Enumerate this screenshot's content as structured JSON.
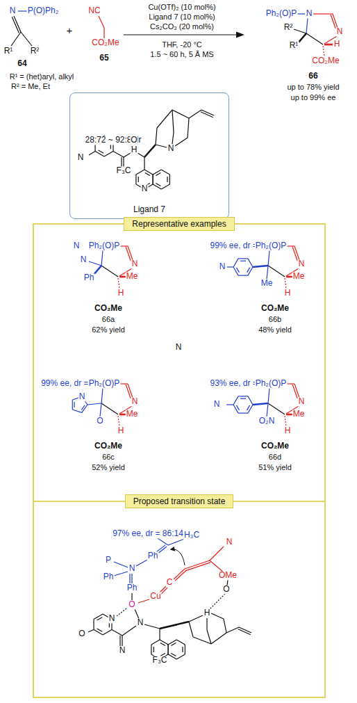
{
  "diagram": {
    "nodes": [
      {
        "text": [
          "Ligand 7"
        ]
      },
      {
        "text": [
          "Representative examples"
        ]
      },
      {
        "text": [
          "Proposed transition state"
        ]
      }
    ],
    "labels": [
      "Cu(OTf)₂ (10 mol%)",
      "Ligand 7 (10 mol%)",
      "Cs₂CO₃ (20 mol%)",
      "THF, -20 °C",
      "1.5 ~ 60 h, 5 Å MS",
      "N",
      "P(O)Ph₂",
      "R¹",
      "R²",
      "64",
      "R¹ = (het)aryl, alkyl",
      "R² = Me, Et",
      "+",
      "NC",
      "CO₂Me",
      "65",
      "Ph₂(O)P",
      "N",
      "N",
      "R²",
      "R¹",
      "H",
      "CO₂Me",
      "66",
      "up to 78% yield",
      "up to 99% ee",
      "28:72 ~ 92:8 dr",
      "N",
      "F₃C",
      "O",
      "H",
      "N",
      "N",
      "N",
      "Ph₂(O)P",
      "N",
      "N",
      "Ph",
      "Me",
      "H",
      "CO₂Me",
      "66a",
      "62% yield",
      "99% ee, dr = 92:8",
      "Ph₂(O)P",
      "N",
      "N",
      "Me",
      "Me",
      "H",
      "CO₂Me",
      "66b",
      "48% yield",
      "99% ee, dr = 88:12",
      "Ph₂(O)P",
      "N",
      "N",
      "O",
      "Me",
      "H",
      "CO₂Me",
      "66c",
      "52% yield",
      "93% ee, dr = 92:8",
      "Ph₂(O)P",
      "N",
      "N",
      "O₂N",
      "Me",
      "H",
      "CO₂Me",
      "66d",
      "51% yield",
      "97% ee, dr = 86:14",
      "H₃C",
      "Ph",
      "N",
      "P",
      "Ph",
      "Ph",
      "O",
      "Cu",
      "C",
      "N",
      "OMe",
      "O",
      "H",
      "N",
      "N",
      "N",
      "O",
      "F₃C",
      "N"
    ]
  }
}
